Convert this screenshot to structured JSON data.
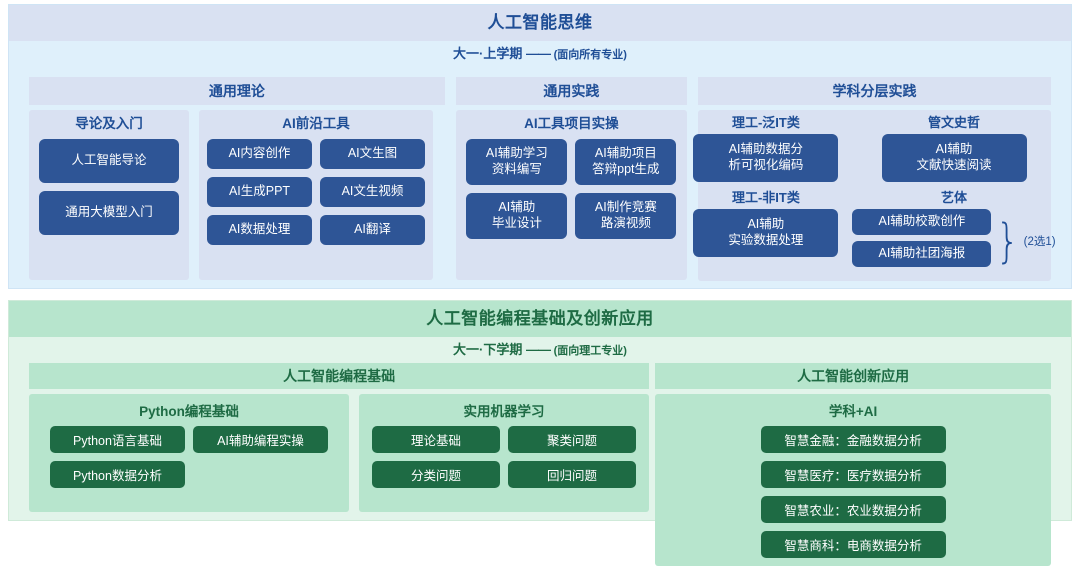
{
  "sections": [
    {
      "id": "blue",
      "title": "人工智能思维",
      "subtitle_main": "大一·上学期",
      "subtitle_dash": "——",
      "subtitle_note": "(面向所有专业)",
      "accent": "#2e5596",
      "header_bg": "#d9e1f2",
      "body_bg": "#dff0fb",
      "columns": [
        {
          "head": "通用理论",
          "groups": [
            {
              "title": "导论及入门",
              "chips": [
                "人工智能导论",
                "通用大模型入门"
              ]
            },
            {
              "title": "AI前沿工具",
              "chips": [
                "AI内容创作",
                "AI文生图",
                "AI生成PPT",
                "AI文生视频",
                "AI数据处理",
                "AI翻译"
              ]
            }
          ]
        },
        {
          "head": "通用实践",
          "groups": [
            {
              "title": "AI工具项目实操",
              "chips": [
                "AI辅助学习\n资料编写",
                "AI辅助项目\n答辩ppt生成",
                "AI辅助\n毕业设计",
                "AI制作竞赛\n路演视频"
              ]
            }
          ]
        },
        {
          "head": "学科分层实践",
          "groups": [
            {
              "title": "",
              "disciplines": [
                {
                  "label": "理工-泛IT类",
                  "chips": [
                    "AI辅助数据分\n析可视化编码"
                  ]
                },
                {
                  "label": "理工-非IT类",
                  "chips": [
                    "AI辅助\n实验数据处理"
                  ]
                },
                {
                  "label": "管文史哲",
                  "chips": [
                    "AI辅助\n文献快速阅读"
                  ]
                },
                {
                  "label": "艺体",
                  "chips": [
                    "AI辅助校歌创作",
                    "AI辅助社团海报"
                  ],
                  "brace_note": "(2选1)"
                }
              ]
            }
          ]
        }
      ]
    },
    {
      "id": "green",
      "title": "人工智能编程基础及创新应用",
      "subtitle_main": "大一·下学期",
      "subtitle_dash": "——",
      "subtitle_note": "(面向理工专业)",
      "accent": "#1e6b44",
      "header_bg": "#b7e5cd",
      "body_bg": "#e2f4ea",
      "columns": [
        {
          "head": "人工智能编程基础",
          "groups": [
            {
              "title": "Python编程基础",
              "chips": [
                "Python语言基础",
                "AI辅助编程实操",
                "Python数据分析"
              ]
            },
            {
              "title": "实用机器学习",
              "chips": [
                "理论基础",
                "聚类问题",
                "分类问题",
                "回归问题"
              ]
            }
          ]
        },
        {
          "head": "人工智能创新应用",
          "groups": [
            {
              "title": "学科+AI",
              "chips": [
                "智慧金融：金融数据分析",
                "智慧医疗：医疗数据分析",
                "智慧农业：农业数据分析",
                "智慧商科：电商数据分析"
              ]
            }
          ]
        }
      ]
    }
  ]
}
